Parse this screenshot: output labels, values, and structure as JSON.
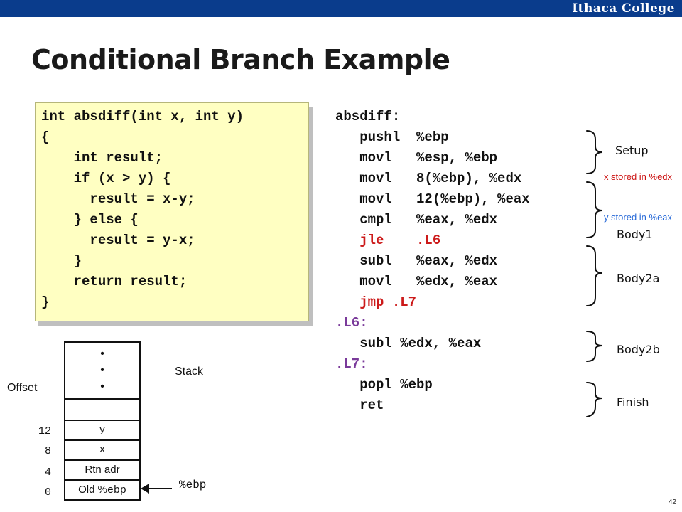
{
  "header": {
    "logo_text": "Ithaca College"
  },
  "slide": {
    "title": "Conditional Branch Example",
    "page_number": "42"
  },
  "c_code": {
    "lines": [
      "int absdiff(int x, int y)",
      "{",
      "    int result;",
      "    if (x > y) {",
      "      result = x-y;",
      "    } else {",
      "      result = y-x;",
      "    }",
      "    return result;",
      "}"
    ]
  },
  "asm": {
    "label_absdiff": "absdiff:",
    "pushl": "pushl  %ebp",
    "movl1": "movl   %esp, %ebp",
    "movl2": "movl   8(%ebp), %edx",
    "movl3": "movl   12(%ebp), %eax",
    "cmpl": "cmpl   %eax, %edx",
    "jle": "jle    .L6",
    "subl1": "subl   %eax, %edx",
    "movl4": "movl   %edx, %eax",
    "jmp": "jmp .L7",
    "label_l6": ".L6:",
    "subl2": "subl %edx, %eax",
    "label_l7": ".L7:",
    "popl": "popl %ebp",
    "ret": "ret"
  },
  "annotations": {
    "setup": "Setup",
    "x_note": "x stored in %edx",
    "y_note": "y stored in %eax",
    "body1": "Body1",
    "body2a": "Body2a",
    "body2b": "Body2b",
    "finish": "Finish"
  },
  "stack": {
    "title": "Stack",
    "offset_label": "Offset",
    "dots": [
      "•",
      "•",
      "•"
    ],
    "cells": [
      "y",
      "x",
      "Rtn adr",
      "Old %"
    ],
    "old_suffix": "ebp",
    "offsets": [
      "12",
      "8",
      "4",
      "0"
    ],
    "ebp_pointer": "%ebp"
  },
  "colors": {
    "jump_red": "#cc1a1a",
    "label_purple": "#7a3a9a",
    "code_bg": "#ffffc2",
    "header_blue": "#0a3c8c"
  }
}
